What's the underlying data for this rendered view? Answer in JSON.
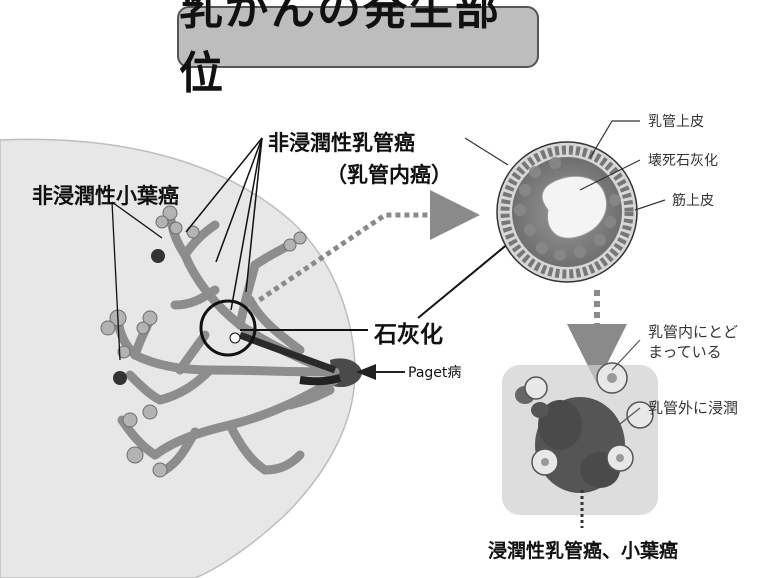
{
  "title": "乳がんの発生部位",
  "labels": {
    "noninvasive_ductal": "非浸潤性乳管癌",
    "ductal_in_situ": "（乳管内癌）",
    "noninvasive_lobular": "非浸潤性小葉癌",
    "calcification": "石灰化",
    "paget": "Paget病",
    "ductal_epithelium": "乳管上皮",
    "necrotic_calcification": "壊死石灰化",
    "myoepithelium": "筋上皮",
    "within_duct_line1": "乳管内にとど",
    "within_duct_line2": "まっている",
    "outside_duct": "乳管外に浸潤",
    "invasive": "浸潤性乳管癌、小葉癌"
  },
  "colors": {
    "breast_fill": "#e7e7e7",
    "duct_fill": "#a8a8a8",
    "title_bg": "#bdbdbd",
    "arrow_gray": "#8a8a8a"
  }
}
